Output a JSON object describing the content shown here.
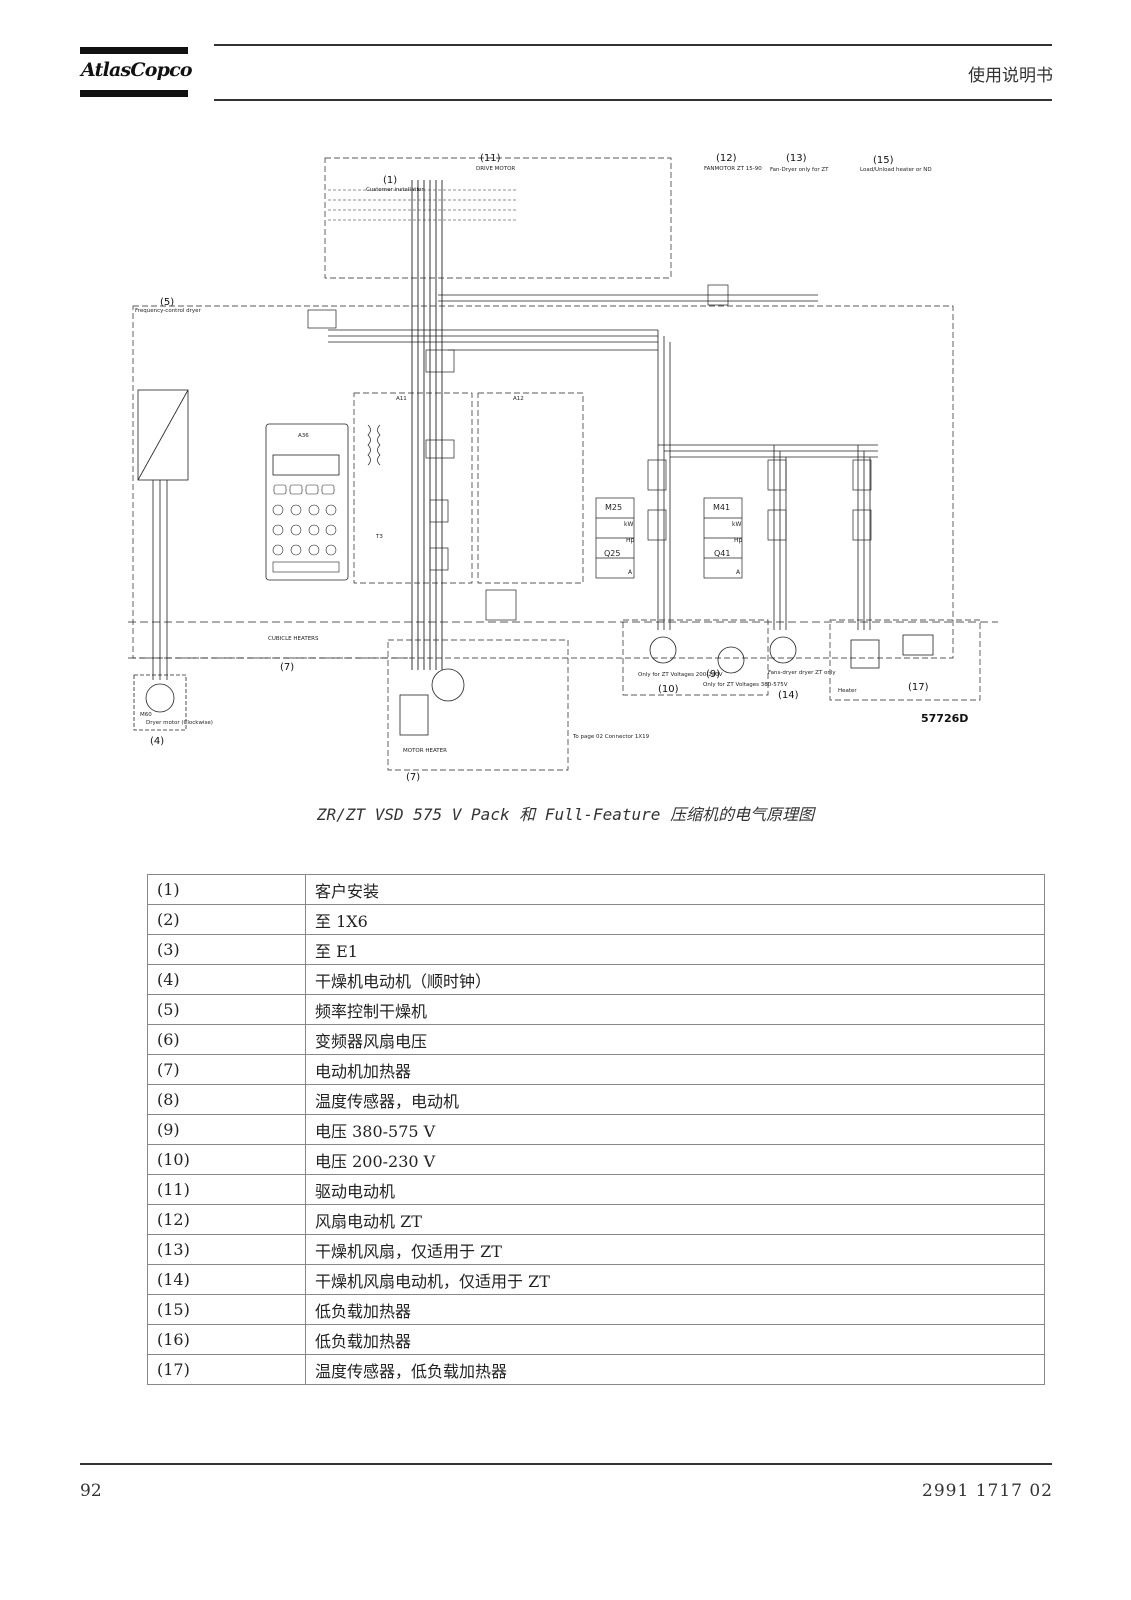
{
  "header": {
    "brand": "AtlasCopco",
    "title": "使用说明书"
  },
  "diagram": {
    "callouts": [
      "(1)",
      "(11)",
      "(12)",
      "(13)",
      "(15)",
      "(5)",
      "(7)",
      "(4)",
      "(9)",
      "(10)",
      "(14)",
      "(17)",
      "(7)"
    ],
    "labels": {
      "drive_motor": "DRIVE MOTOR",
      "customer_install": "Customer installation",
      "fan_motor_zt": "FANMOTOR ZT 15-90",
      "fan_dryer": "Fan-Dryer only for ZT",
      "loadunload_heater": "Load/Unload heater or ND",
      "freq_control_dryer": "Frequency-control dryer",
      "a36": "A36",
      "a11": "A11",
      "a12": "A12",
      "t3": "T3",
      "m25": "M25",
      "m41": "M41",
      "q25": "Q25",
      "q41": "Q41",
      "kw": "kW",
      "hp": "Hp",
      "amp": "A",
      "cubicle_heaters": "CUBICLE HEATERS",
      "motor_heater": "MOTOR HEATER",
      "dryer_motor": "Dryer motor (Clockwise)",
      "m60": "M60",
      "m25_note": "Only for ZT Voltages 200-230V",
      "m25b_note": "Only for ZT Voltages 380-575V",
      "m41_note": "Fans-dryer dryer ZT only",
      "heater": "Heater",
      "to_page_connector": "To page 02 Connector 1X19",
      "drawing_no": "57726D"
    }
  },
  "caption": "ZR/ZT VSD 575 V Pack 和 Full-Feature 压缩机的电气原理图",
  "legend": [
    {
      "num": "(1)",
      "desc": "客户安装"
    },
    {
      "num": "(2)",
      "desc": "至 1X6"
    },
    {
      "num": "(3)",
      "desc": "至 E1"
    },
    {
      "num": "(4)",
      "desc": "干燥机电动机（顺时钟）"
    },
    {
      "num": "(5)",
      "desc": "频率控制干燥机"
    },
    {
      "num": "(6)",
      "desc": "变频器风扇电压"
    },
    {
      "num": "(7)",
      "desc": "电动机加热器"
    },
    {
      "num": "(8)",
      "desc": "温度传感器，电动机"
    },
    {
      "num": "(9)",
      "desc": "电压 380-575 V"
    },
    {
      "num": "(10)",
      "desc": "电压 200-230 V"
    },
    {
      "num": "(11)",
      "desc": "驱动电动机"
    },
    {
      "num": "(12)",
      "desc": "风扇电动机 ZT"
    },
    {
      "num": "(13)",
      "desc": "干燥机风扇，仅适用于 ZT"
    },
    {
      "num": "(14)",
      "desc": "干燥机风扇电动机，仅适用于 ZT"
    },
    {
      "num": "(15)",
      "desc": "低负载加热器"
    },
    {
      "num": "(16)",
      "desc": "低负载加热器"
    },
    {
      "num": "(17)",
      "desc": "温度传感器，低负载加热器"
    }
  ],
  "footer": {
    "page": "92",
    "doc_number": "2991 1717 02"
  }
}
